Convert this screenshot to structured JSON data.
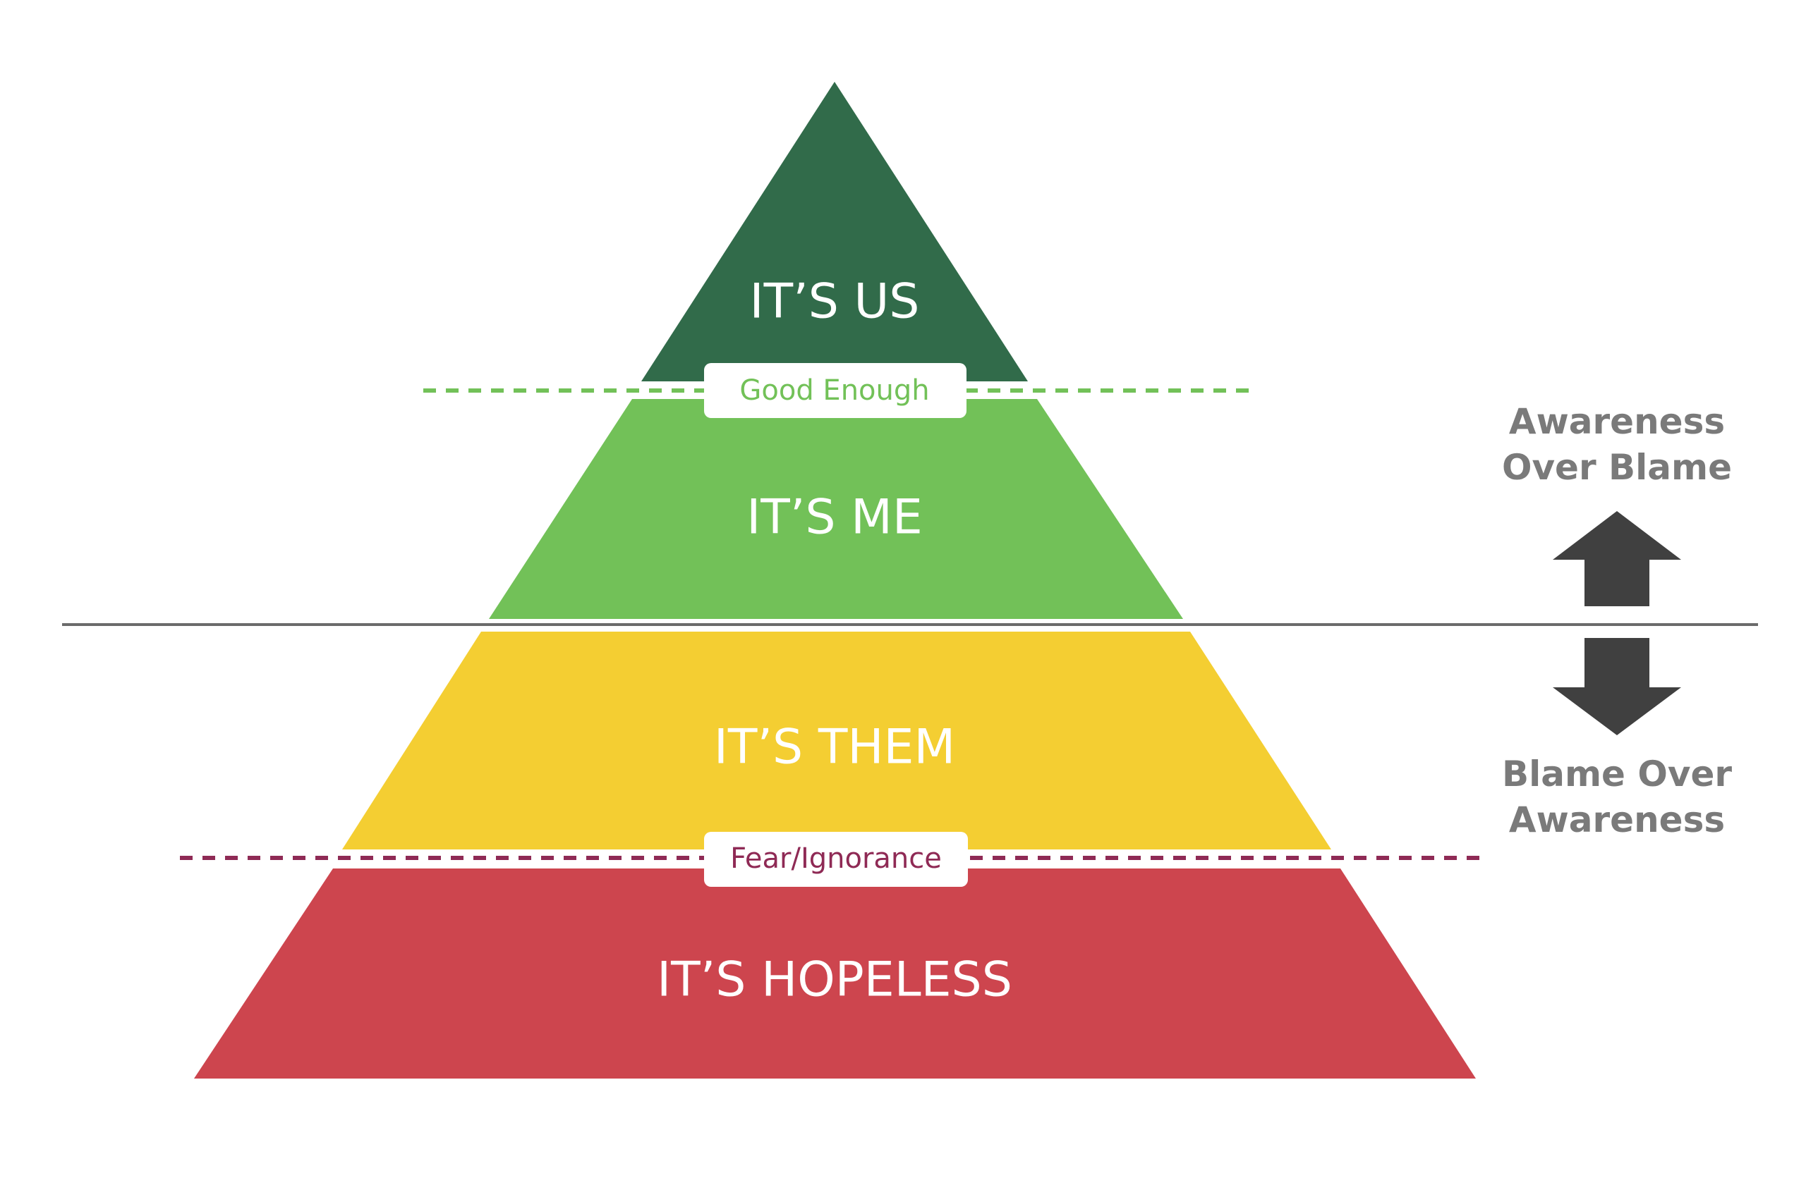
{
  "diagram": {
    "tiers": [
      {
        "label": "IT’S US",
        "color": "#316b4a"
      },
      {
        "label": "IT’S ME",
        "color": "#72c158"
      },
      {
        "label": "IT’S THEM",
        "color": "#f4ce32"
      },
      {
        "label": "IT’S HOPELESS",
        "color": "#cd454e"
      }
    ],
    "thresholds": [
      {
        "label": "Good Enough",
        "color": "#72c158"
      },
      {
        "label": "Fear/Ignorance",
        "color": "#8f2a55"
      }
    ],
    "divider_color": "#6b6b6b",
    "arrow_color": "#404040",
    "side_labels": {
      "up": {
        "line1": "Awareness",
        "line2": "Over Blame"
      },
      "down": {
        "line1": "Blame Over",
        "line2": "Awareness"
      }
    }
  }
}
